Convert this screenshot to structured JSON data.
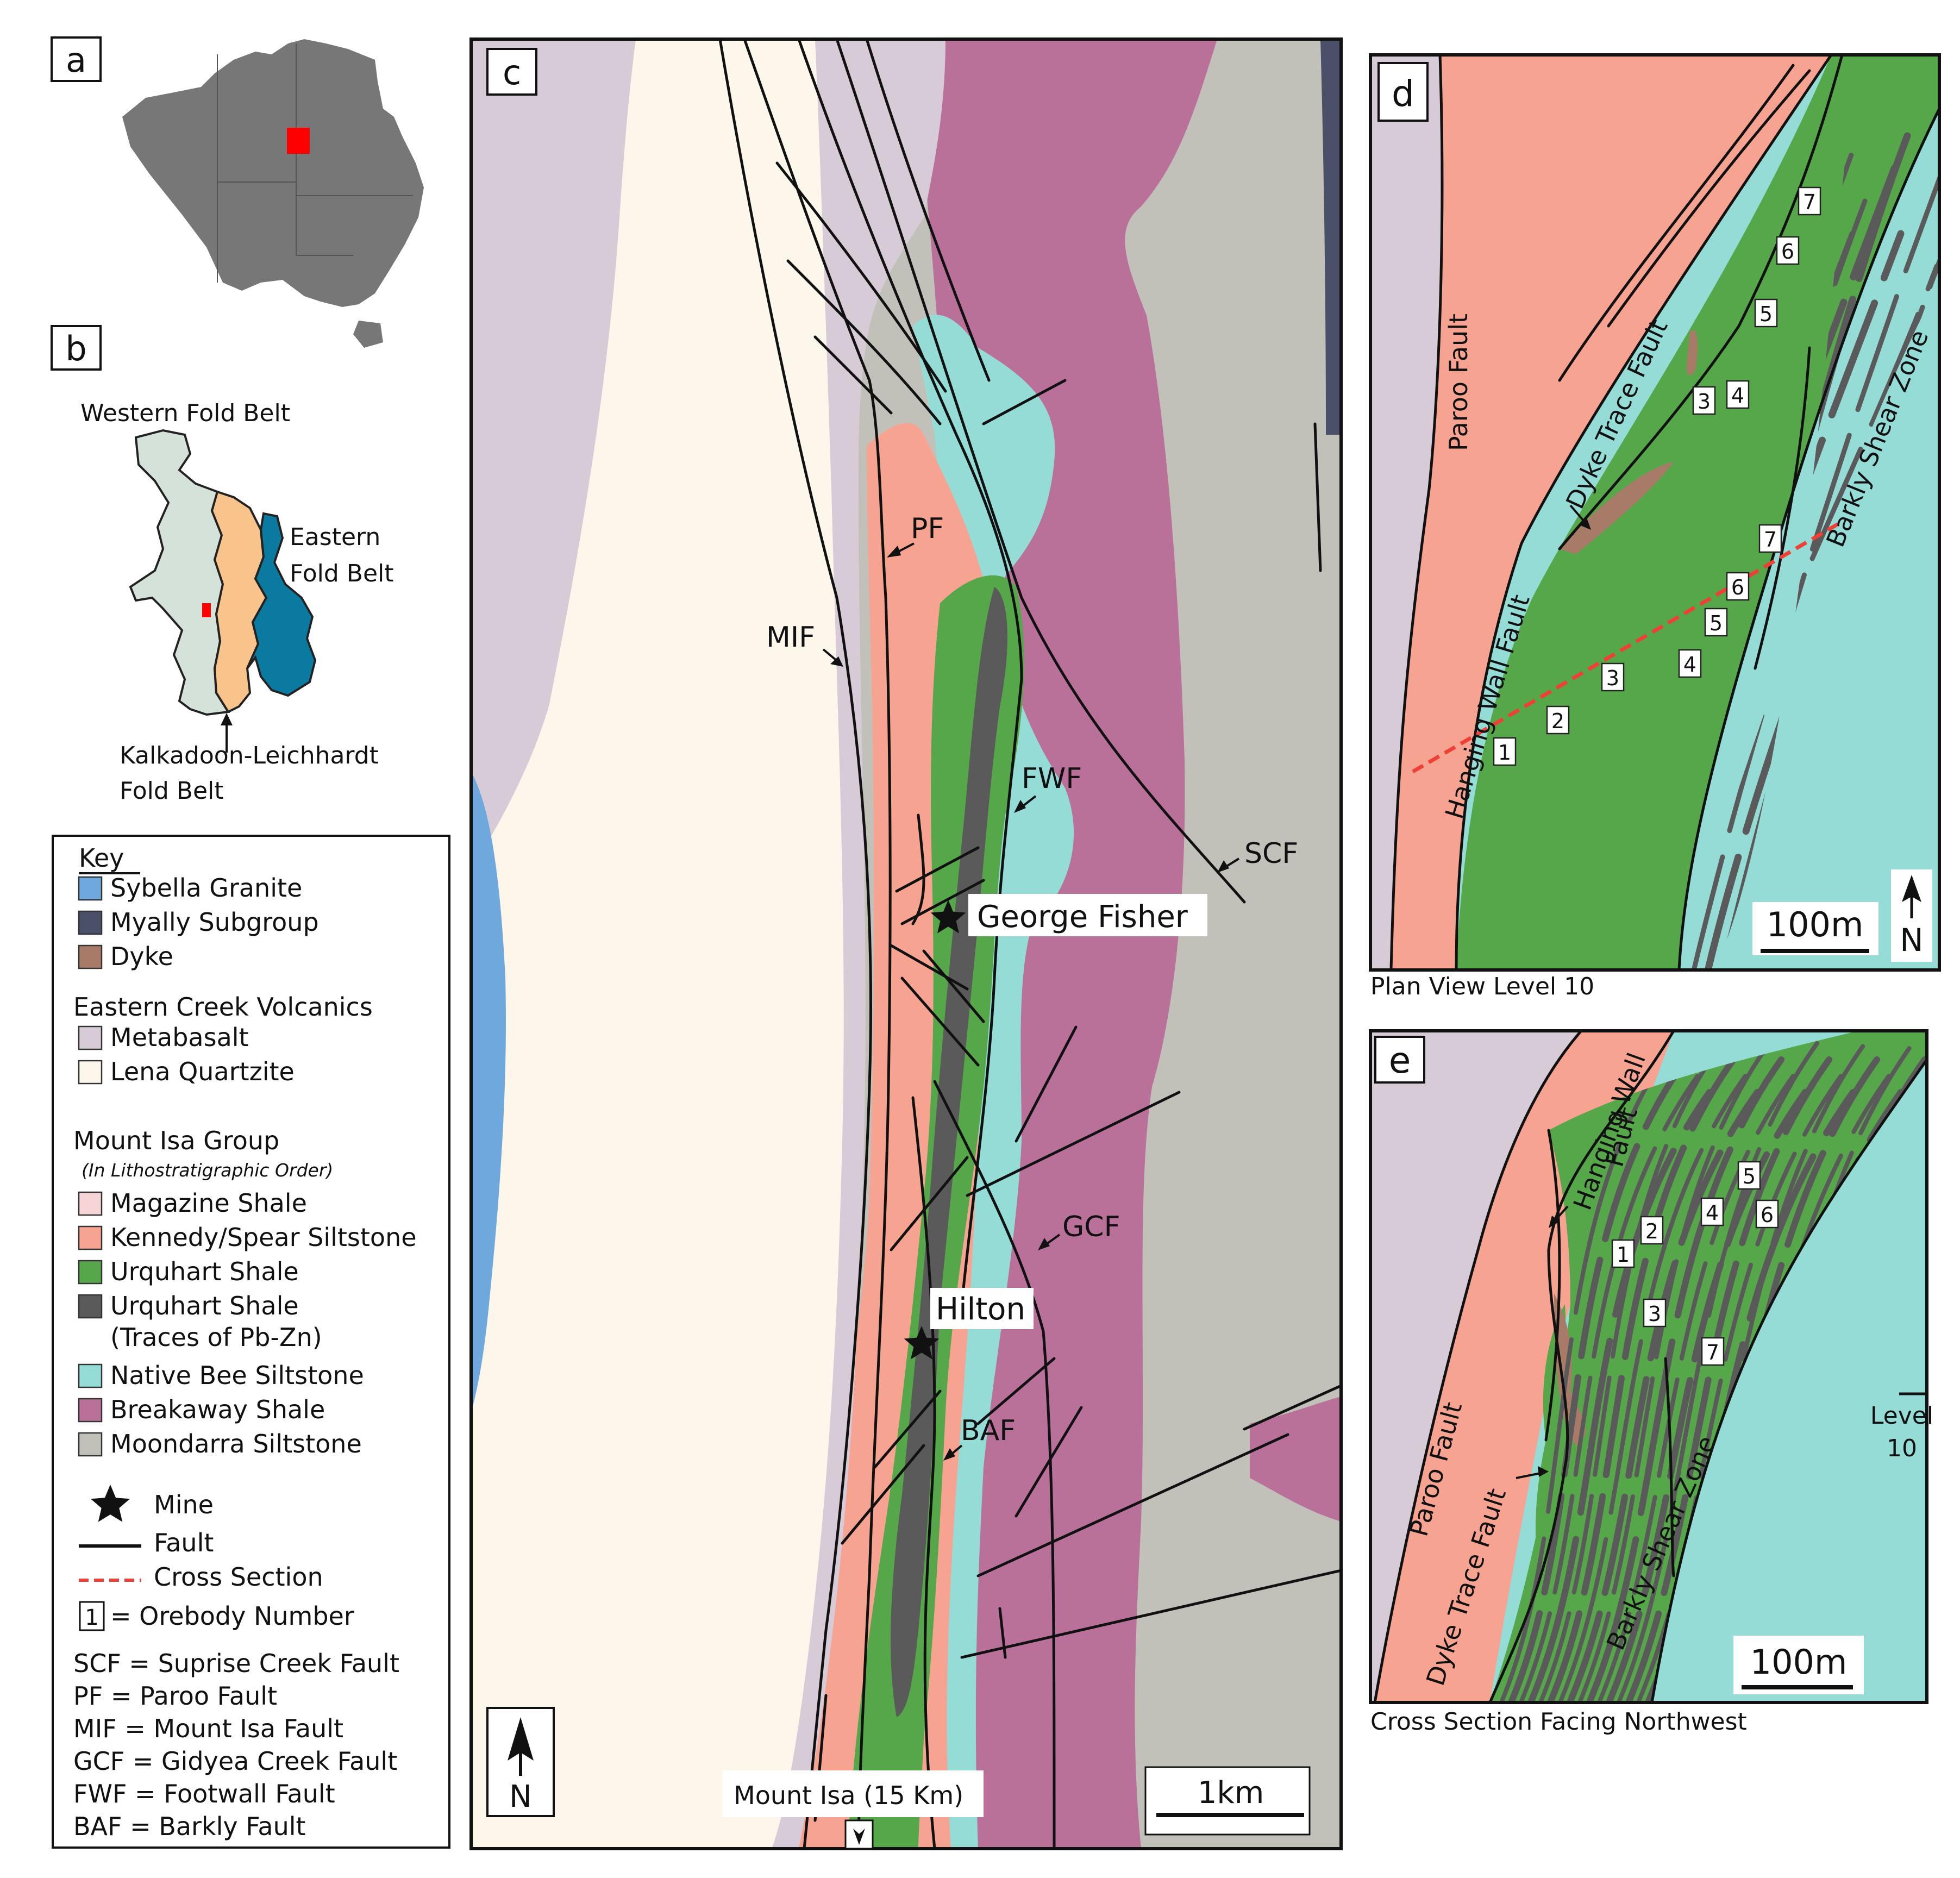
{
  "panels": {
    "a": {
      "letter": "a"
    },
    "b": {
      "letter": "b",
      "western": "Western Fold Belt",
      "eastern_1": "Eastern",
      "eastern_2": "Fold Belt",
      "kalk_1": "Kalkadoon-Leichhardt",
      "kalk_2": "Fold Belt"
    },
    "c": {
      "letter": "c"
    },
    "d": {
      "letter": "d",
      "caption": "Plan View Level 10"
    },
    "e": {
      "letter": "e",
      "caption": "Cross Section Facing Northwest"
    }
  },
  "colors": {
    "sybella": "#6fa8dc",
    "myally": "#4a5068",
    "dyke": "#a87b68",
    "metabasalt": "#d6cbd6",
    "lena": "#fdf6ea",
    "magazine": "#f7d5d7",
    "kennedy": "#f7a392",
    "urquhart": "#56a64a",
    "urquhart_pbzn": "#5a5a5a",
    "native_bee": "#95dcd6",
    "breakaway": "#b9719a",
    "moondarra": "#c1c1ba",
    "au_land": "#777777",
    "western_belt": "#d5e2da",
    "kalk_belt": "#f8c48b",
    "eastern_belt": "#0b7aa0",
    "cross_section": "#ef4036"
  },
  "legend": {
    "key_title": "Key",
    "groups": [
      {
        "heading": "",
        "items": [
          {
            "label": "Sybella Granite",
            "color": "#6fa8dc"
          },
          {
            "label": "Myally Subgroup",
            "color": "#4a5068"
          },
          {
            "label": "Dyke",
            "color": "#a87b68"
          }
        ]
      },
      {
        "heading": "Eastern Creek Volcanics",
        "items": [
          {
            "label": "Metabasalt",
            "color": "#d6cbd6"
          },
          {
            "label": "Lena Quartzite",
            "color": "#fdf6ea"
          }
        ]
      }
    ],
    "mig_heading": "Mount Isa Group",
    "mig_sub": "(In Lithostratigraphic Order)",
    "mig_items": [
      {
        "label": "Magazine Shale",
        "color": "#f7d5d7"
      },
      {
        "label": "Kennedy/Spear Siltstone",
        "color": "#f7a392"
      },
      {
        "label": "Urquhart Shale",
        "color": "#56a64a"
      },
      {
        "label": "Urquhart Shale",
        "label2": "(Traces of Pb-Zn)",
        "color": "#5a5a5a"
      },
      {
        "label": "Native Bee Siltstone",
        "color": "#95dcd6"
      },
      {
        "label": "Breakaway Shale",
        "color": "#b9719a"
      },
      {
        "label": "Moondarra Siltstone",
        "color": "#c1c1ba"
      }
    ],
    "symbols": {
      "mine": "Mine",
      "fault": "Fault",
      "cross_section": "Cross Section",
      "orebody_num": "1",
      "orebody": "= Orebody Number"
    },
    "abbreviations": [
      "SCF = Suprise Creek Fault",
      "PF = Paroo Fault",
      "MIF = Mount Isa Fault",
      "GCF = Gidyea Creek Fault",
      "FWF = Footwall Fault",
      "BAF = Barkly Fault"
    ]
  },
  "map_c": {
    "faults": {
      "pf": "PF",
      "mif": "MIF",
      "fwf": "FWF",
      "scf": "SCF",
      "gcf": "GCF",
      "baf": "BAF"
    },
    "mines": {
      "george_fisher": "George Fisher",
      "hilton": "Hilton"
    },
    "scale": "1km",
    "north": "N",
    "mount_isa": "Mount Isa (15 Km)"
  },
  "map_d": {
    "paroo": "Paroo Fault",
    "dyke_trace": "Dyke Trace Fault",
    "hanging_wall": "Hanging Wall Fault",
    "barkly": "Barkly Shear Zone",
    "scale": "100m",
    "north": "N",
    "orebodies": [
      "1",
      "2",
      "3",
      "4",
      "5",
      "6",
      "7",
      "3",
      "4",
      "5",
      "6",
      "7"
    ]
  },
  "map_e": {
    "paroo": "Paroo Fault",
    "dyke_trace": "Dyke Trace Fault",
    "hanging_wall_1": "Hanging Wall",
    "hanging_wall_2": "Fault",
    "barkly": "Barkly Shear Zone",
    "level_1": "Level",
    "level_2": "10",
    "scale": "100m",
    "orebodies": [
      "1",
      "2",
      "3",
      "4",
      "5",
      "6",
      "7"
    ]
  }
}
